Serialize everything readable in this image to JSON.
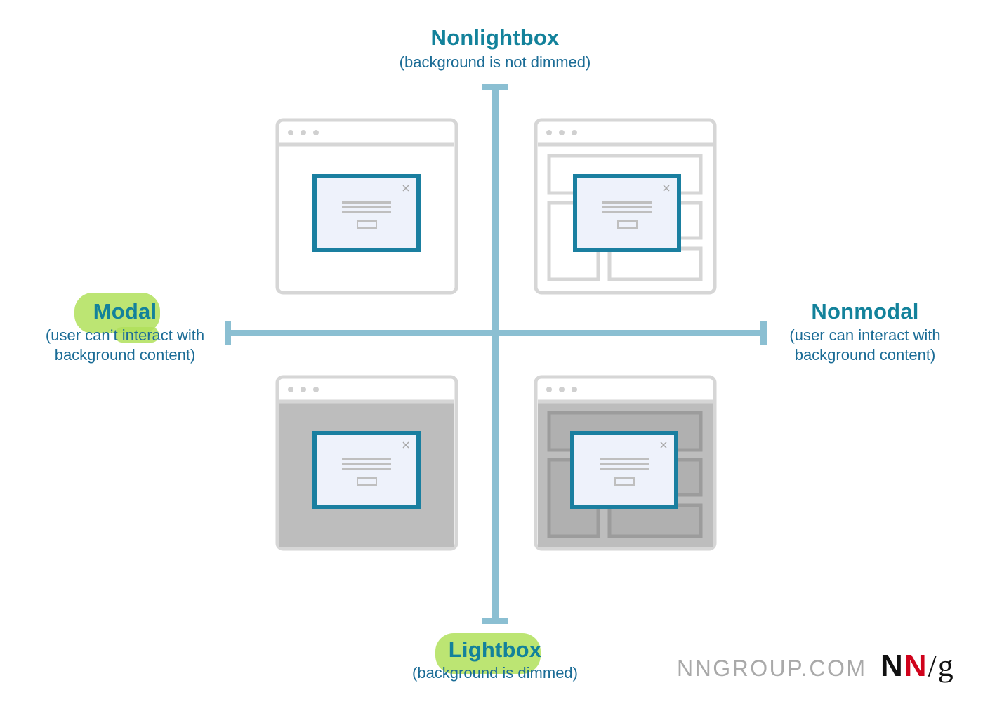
{
  "axes": {
    "top": {
      "title": "Nonlightbox",
      "subtitle": "(background is not dimmed)"
    },
    "bottom": {
      "title": "Lightbox",
      "subtitle": "(background is dimmed)"
    },
    "left": {
      "title": "Modal",
      "subtitle_line1": "(user can’t interact with",
      "subtitle_line2": "background content)"
    },
    "right": {
      "title": "Nonmodal",
      "subtitle_line1": "(user can interact with",
      "subtitle_line2": "background content)"
    }
  },
  "quadrants": [
    {
      "id": "modal-nonlightbox",
      "dimmed": false,
      "background_panels": false
    },
    {
      "id": "nonmodal-nonlightbox",
      "dimmed": false,
      "background_panels": true
    },
    {
      "id": "modal-lightbox",
      "dimmed": true,
      "background_panels": false
    },
    {
      "id": "nonmodal-lightbox",
      "dimmed": true,
      "background_panels": true
    }
  ],
  "branding": {
    "site": "NNGROUP.COM",
    "logo_n1": "N",
    "logo_n2": "N",
    "logo_slash": "/",
    "logo_g": "g"
  },
  "colors": {
    "axis": "#8bbfd2",
    "title": "#13829b",
    "subtitle": "#1b6c96",
    "dialog_border": "#1a7fa0",
    "dialog_fill": "#eef2fb",
    "window_frame": "#d6d6d6",
    "dimmed_bg": "#bdbdbd",
    "highlight": "#b0e15a",
    "logo_red": "#d0021b"
  },
  "icons": {
    "close": "close-icon",
    "window_dots": "window-dots-icon"
  }
}
